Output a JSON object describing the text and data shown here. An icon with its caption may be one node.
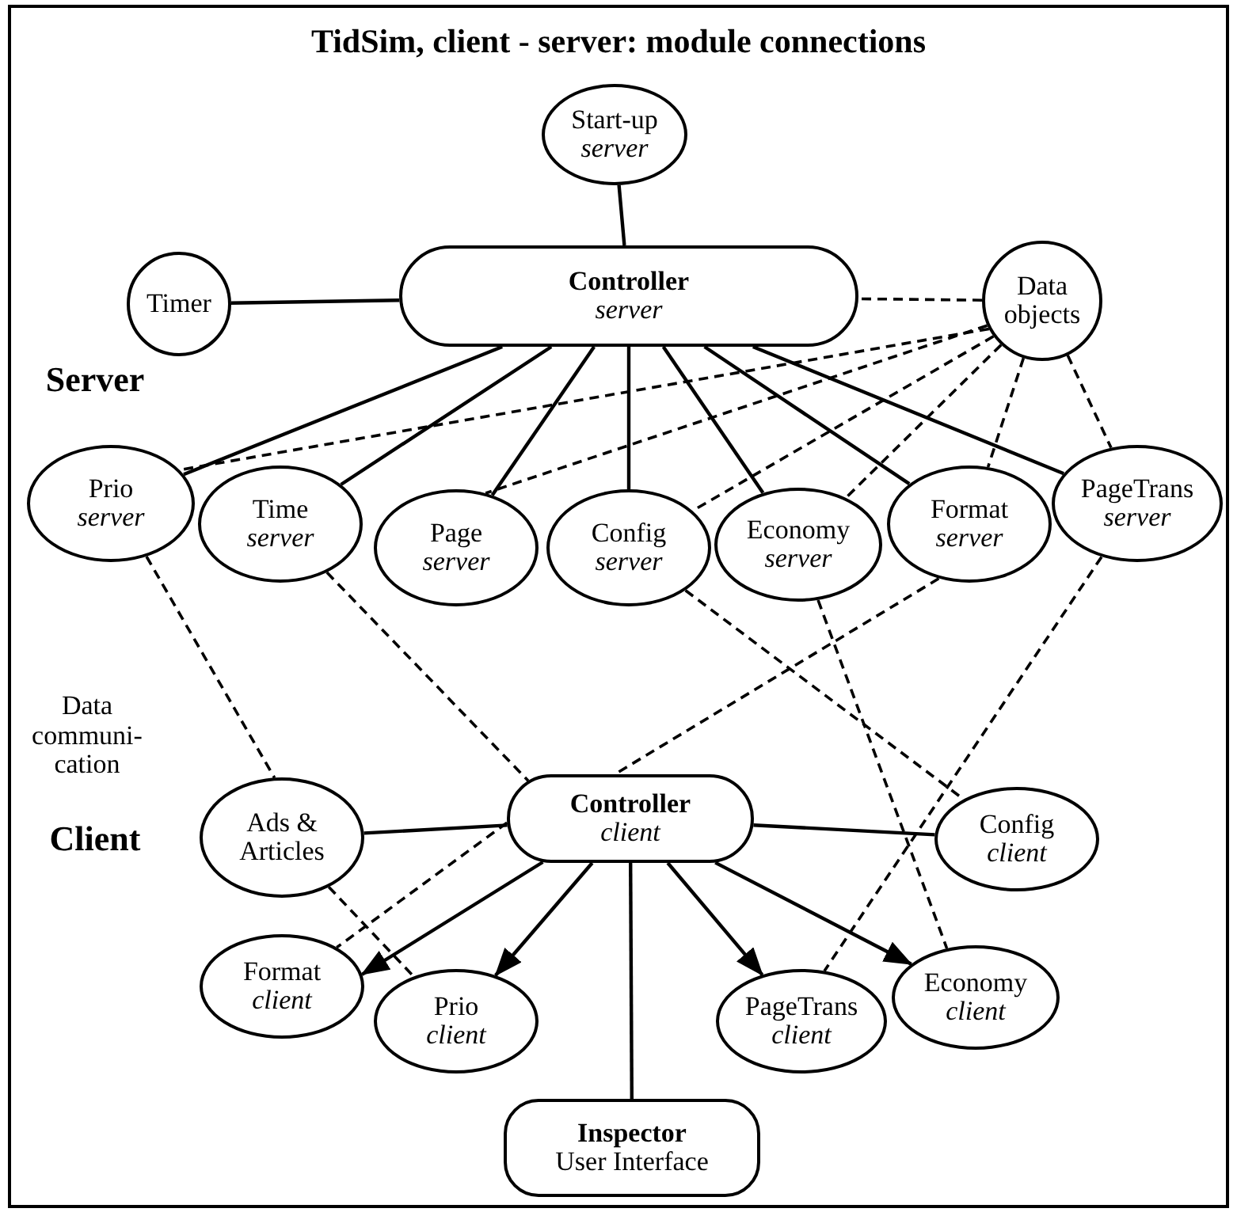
{
  "diagram": {
    "title": "TidSim, client - server: module connections",
    "nodes": [
      {
        "text": [
          "Start-up",
          "server"
        ]
      },
      {
        "text": [
          "Controller",
          "server"
        ]
      },
      {
        "text": [
          "Timer"
        ]
      },
      {
        "text": [
          "Data objects"
        ]
      },
      {
        "text": [
          "Prio",
          "server"
        ]
      },
      {
        "text": [
          "Time",
          "server"
        ]
      },
      {
        "text": [
          "Page",
          "server"
        ]
      },
      {
        "text": [
          "Config",
          "server"
        ]
      },
      {
        "text": [
          "Economy",
          "server"
        ]
      },
      {
        "text": [
          "Format",
          "server"
        ]
      },
      {
        "text": [
          "PageTrans",
          "server"
        ]
      },
      {
        "text": [
          "Controller",
          "client"
        ]
      },
      {
        "text": [
          "Ads & Articles"
        ]
      },
      {
        "text": [
          "Config",
          "client"
        ]
      },
      {
        "text": [
          "Format",
          "client"
        ]
      },
      {
        "text": [
          "Prio",
          "client"
        ]
      },
      {
        "text": [
          "PageTrans",
          "client"
        ]
      },
      {
        "text": [
          "Economy",
          "client"
        ]
      },
      {
        "text": [
          "Inspector",
          "User Interface"
        ]
      }
    ],
    "edges": [
      {
        "from": 0,
        "to": 1,
        "arrow": "none"
      },
      {
        "from": 2,
        "to": 1,
        "arrow": "none"
      },
      {
        "from": 1,
        "to": 4,
        "arrow": "none"
      },
      {
        "from": 1,
        "to": 5,
        "arrow": "none"
      },
      {
        "from": 1,
        "to": 6,
        "arrow": "none"
      },
      {
        "from": 1,
        "to": 7,
        "arrow": "none"
      },
      {
        "from": 1,
        "to": 8,
        "arrow": "none"
      },
      {
        "from": 1,
        "to": 9,
        "arrow": "none"
      },
      {
        "from": 1,
        "to": 10,
        "arrow": "none"
      },
      {
        "from": 3,
        "to": 1,
        "arrow": "none",
        "style": "dashed"
      },
      {
        "from": 3,
        "to": 4,
        "arrow": "none",
        "style": "dashed"
      },
      {
        "from": 3,
        "to": 6,
        "arrow": "none",
        "style": "dashed"
      },
      {
        "from": 3,
        "to": 7,
        "arrow": "none",
        "style": "dashed"
      },
      {
        "from": 3,
        "to": 8,
        "arrow": "none",
        "style": "dashed"
      },
      {
        "from": 3,
        "to": 9,
        "arrow": "none",
        "style": "dashed"
      },
      {
        "from": 3,
        "to": 10,
        "arrow": "none",
        "style": "dashed"
      },
      {
        "from": 4,
        "to": 12,
        "arrow": "none",
        "style": "dashed"
      },
      {
        "from": 5,
        "to": 11,
        "arrow": "none",
        "style": "dashed"
      },
      {
        "from": 9,
        "to": 11,
        "arrow": "none",
        "style": "dashed"
      },
      {
        "from": 7,
        "to": 13,
        "arrow": "none",
        "style": "dashed"
      },
      {
        "from": 8,
        "to": 17,
        "arrow": "none",
        "style": "dashed"
      },
      {
        "from": 10,
        "to": 16,
        "arrow": "none",
        "style": "dashed"
      },
      {
        "from": 12,
        "to": 11,
        "arrow": "none"
      },
      {
        "from": 11,
        "to": 13,
        "arrow": "none"
      },
      {
        "from": 11,
        "to": 18,
        "arrow": "none"
      },
      {
        "from": 11,
        "to": 14,
        "arrow": "none",
        "style": "dashed"
      },
      {
        "from": 12,
        "to": 15,
        "arrow": "none",
        "style": "dashed"
      },
      {
        "from": 11,
        "to": 14,
        "arrow": "to"
      },
      {
        "from": 11,
        "to": 15,
        "arrow": "to"
      },
      {
        "from": 11,
        "to": 16,
        "arrow": "to"
      },
      {
        "from": 11,
        "to": 17,
        "arrow": "to"
      }
    ],
    "labels": [
      "Server",
      "Data communi- cation",
      "Client"
    ]
  }
}
